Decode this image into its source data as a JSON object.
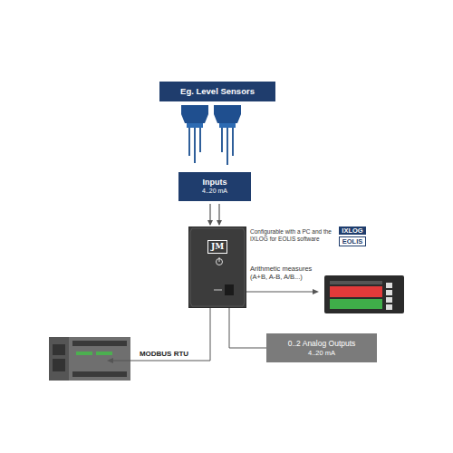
{
  "diagram": {
    "nodes": [
      {
        "text": [
          "Eg. Level Sensors"
        ]
      },
      {
        "text": [
          "Inputs",
          "4..20 mA"
        ]
      },
      {
        "text": [
          "JM"
        ]
      },
      {
        "text": [
          "0..2 Analog Outputs",
          "4..20 mA"
        ]
      }
    ],
    "edges": [
      {
        "from": 1,
        "to": 2,
        "arrow": "to"
      },
      {
        "from": 2,
        "to": 3,
        "arrow": "none"
      }
    ],
    "labels": [
      "Configurable with a PC and the IXLOG for EOLIS software",
      "IXLOG",
      "EOLIS",
      "Arithmetic measures (A+B, A-B, A/B...)",
      "MODBUS RTU"
    ]
  }
}
